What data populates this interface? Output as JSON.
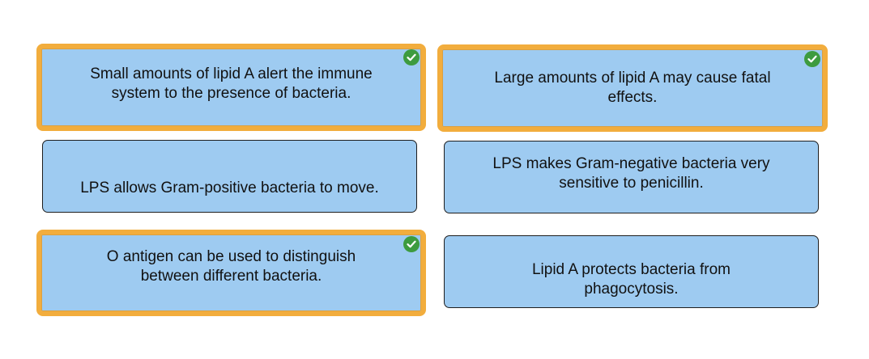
{
  "cards": [
    {
      "text": "Small amounts of lipid A alert the immune system to the presence of bacteria.",
      "selected": true,
      "icon": "check-circle-icon"
    },
    {
      "text": "Large amounts of lipid A may cause fatal effects.",
      "selected": true,
      "icon": "check-circle-icon"
    },
    {
      "text": "LPS allows Gram-positive bacteria to move.",
      "selected": false
    },
    {
      "text": "LPS makes Gram-negative bacteria very sensitive to penicillin.",
      "selected": false
    },
    {
      "text": "O antigen can be used to distinguish between different bacteria.",
      "selected": true,
      "icon": "check-circle-icon"
    },
    {
      "text": "Lipid A protects bacteria from phagocytosis.",
      "selected": false
    }
  ],
  "colors": {
    "card_fill": "#9ecbf1",
    "selected_border": "#f2ad3d",
    "check": "#3d9b3f"
  }
}
